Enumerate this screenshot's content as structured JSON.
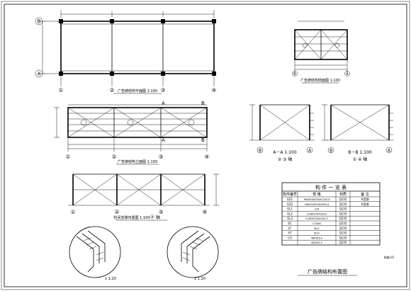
{
  "drawing": {
    "main_title": "广告牌结构布置图",
    "drawing_no": "结施-01"
  },
  "views": {
    "plan": {
      "title": "广告牌结构平面图 1:100",
      "grid_rows": [
        "B",
        "A"
      ],
      "grid_cols": [
        "①",
        "②",
        "③",
        "④"
      ]
    },
    "bracing_plan": {
      "title": "广告牌结构立面图 1:100",
      "grid_cols": [
        "①",
        "②",
        "③",
        "④"
      ],
      "section_marks": [
        "A",
        "A",
        "B",
        "B"
      ]
    },
    "support_layout": {
      "title": "柱间支撑布置图 1:100",
      "axis_label": "Ⓐ 轴",
      "grid_cols": [
        "①",
        "②",
        "③",
        "④"
      ]
    },
    "side_elevation": {
      "title": "广告牌结构侧面图 1:100",
      "grid_rows": [
        "B",
        "A"
      ]
    },
    "section_aa": {
      "title": "A－A 1:100",
      "axis": "② ③ 轴",
      "grid_rows": [
        "B",
        "A"
      ]
    },
    "section_bb": {
      "title": "B－B 1:100",
      "axis": "① ④ 轴",
      "grid_rows": [
        "B",
        "A"
      ]
    },
    "detail_1": {
      "title": "1 1:20"
    },
    "detail_2": {
      "title": "2 1:20"
    }
  },
  "component_table": {
    "title": "构 件 一 览 表",
    "headers": [
      "构件编号",
      "规 格",
      "材质",
      "备 注"
    ],
    "rows": [
      [
        "GZ1",
        "HW350X350X12X14",
        "Q235",
        "H型钢"
      ],
      [
        "GZ2",
        "HW250X250X9X14",
        "Q235",
        "H型钢"
      ],
      [
        "GL1",
        "[18",
        "Q235",
        ""
      ],
      [
        "GL2",
        "C160X70X20X3",
        "Q235",
        ""
      ],
      [
        "GL3",
        "C160X70X20X2.5",
        "Q235",
        ""
      ],
      [
        "ZC",
        "L75X6",
        "Q235",
        ""
      ],
      [
        "LT",
        "Φ12",
        "Q235",
        ""
      ],
      [
        "XT",
        "Φ10",
        "Q235",
        ""
      ],
      [
        "CG",
        "Φ89X3.0",
        "Q235",
        ""
      ],
      [
        "",
        "Φ45X2.5",
        "Q235",
        ""
      ]
    ]
  }
}
